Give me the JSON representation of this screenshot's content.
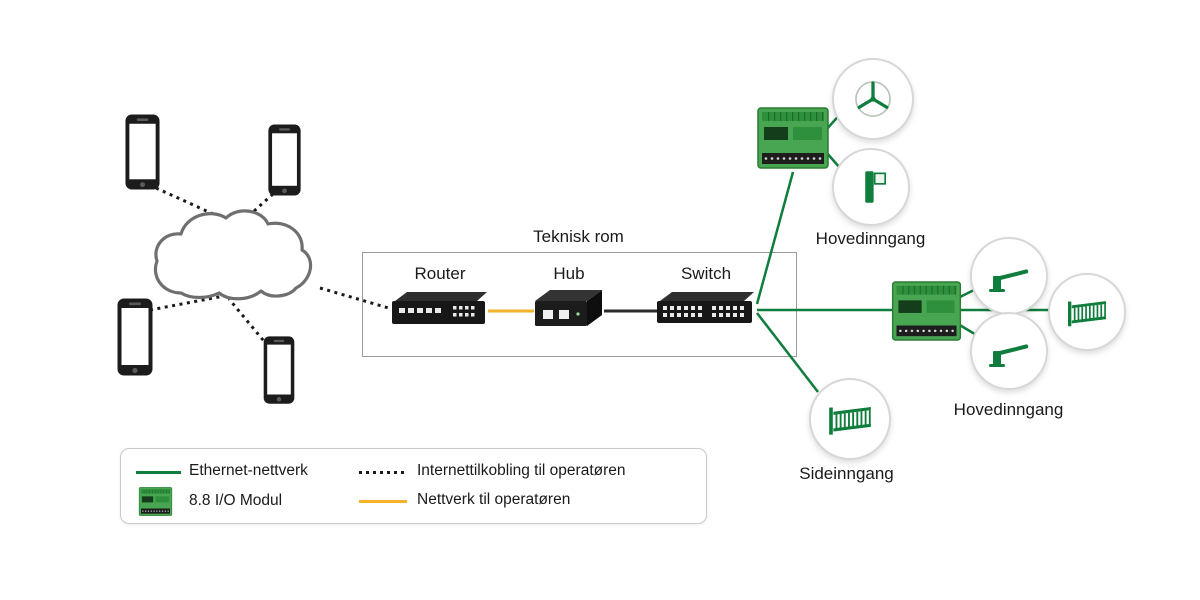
{
  "diagram": {
    "room_label": "Teknisk rom",
    "router_label": "Router",
    "hub_label": "Hub",
    "switch_label": "Switch",
    "entrance_top_label": "Hovedinngang",
    "entrance_right_label": "Hovedinngang",
    "side_entrance_label": "Sideinngang"
  },
  "legend": {
    "ethernet_label": "Ethernet-nettverk",
    "internet_label": "Internettilkobling til operatøren",
    "io_module_label": "8.8 I/O Modul",
    "operator_network_label": "Nettverk til operatøren"
  },
  "colors": {
    "ethernet_green": "#0f7d3c",
    "operator_yellow": "#f5b32b",
    "internet_line": "#1a1a1a",
    "pcb_green": "#48a551"
  }
}
